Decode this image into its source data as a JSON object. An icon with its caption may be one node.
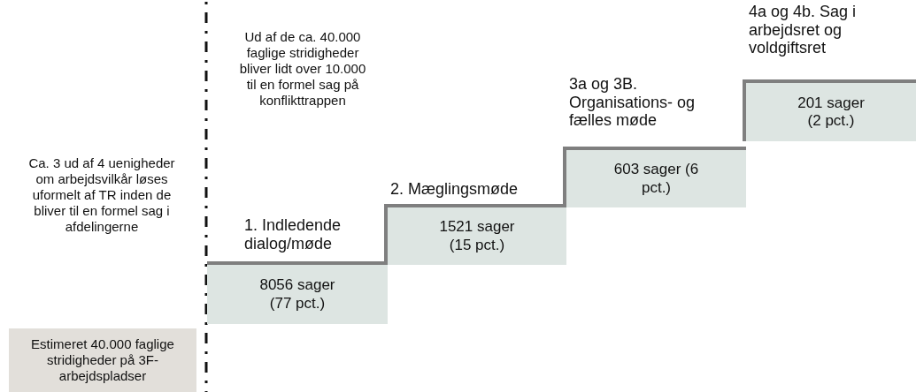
{
  "diagram": {
    "nodes": [
      {
        "text": [
          "Estimeret 40.000 faglige stridigheder på 3F-arbejdspladser"
        ]
      },
      {
        "text": [
          "1. Indledende dialog/møde",
          "8056 sager (77 pct.)"
        ]
      },
      {
        "text": [
          "2. Mæglingsmøde",
          "1521 sager (15 pct.)"
        ]
      },
      {
        "text": [
          "3a og 3B. Organisations- og fælles møde",
          "603 sager (6 pct.)"
        ]
      },
      {
        "text": [
          "4a og 4b. Sag i arbejdsret og voldgiftsret",
          "201 sager (2 pct.)"
        ]
      }
    ],
    "labels": [
      "Ud af de ca. 40.000 faglige stridigheder bliver lidt over 10.000 til en formel sag på konflikttrappen",
      "Ca. 3 ud af 4 uenigheder om arbejdsvilkår løses uformelt af TR inden de bliver til en formel sag i afdelingerne"
    ]
  }
}
